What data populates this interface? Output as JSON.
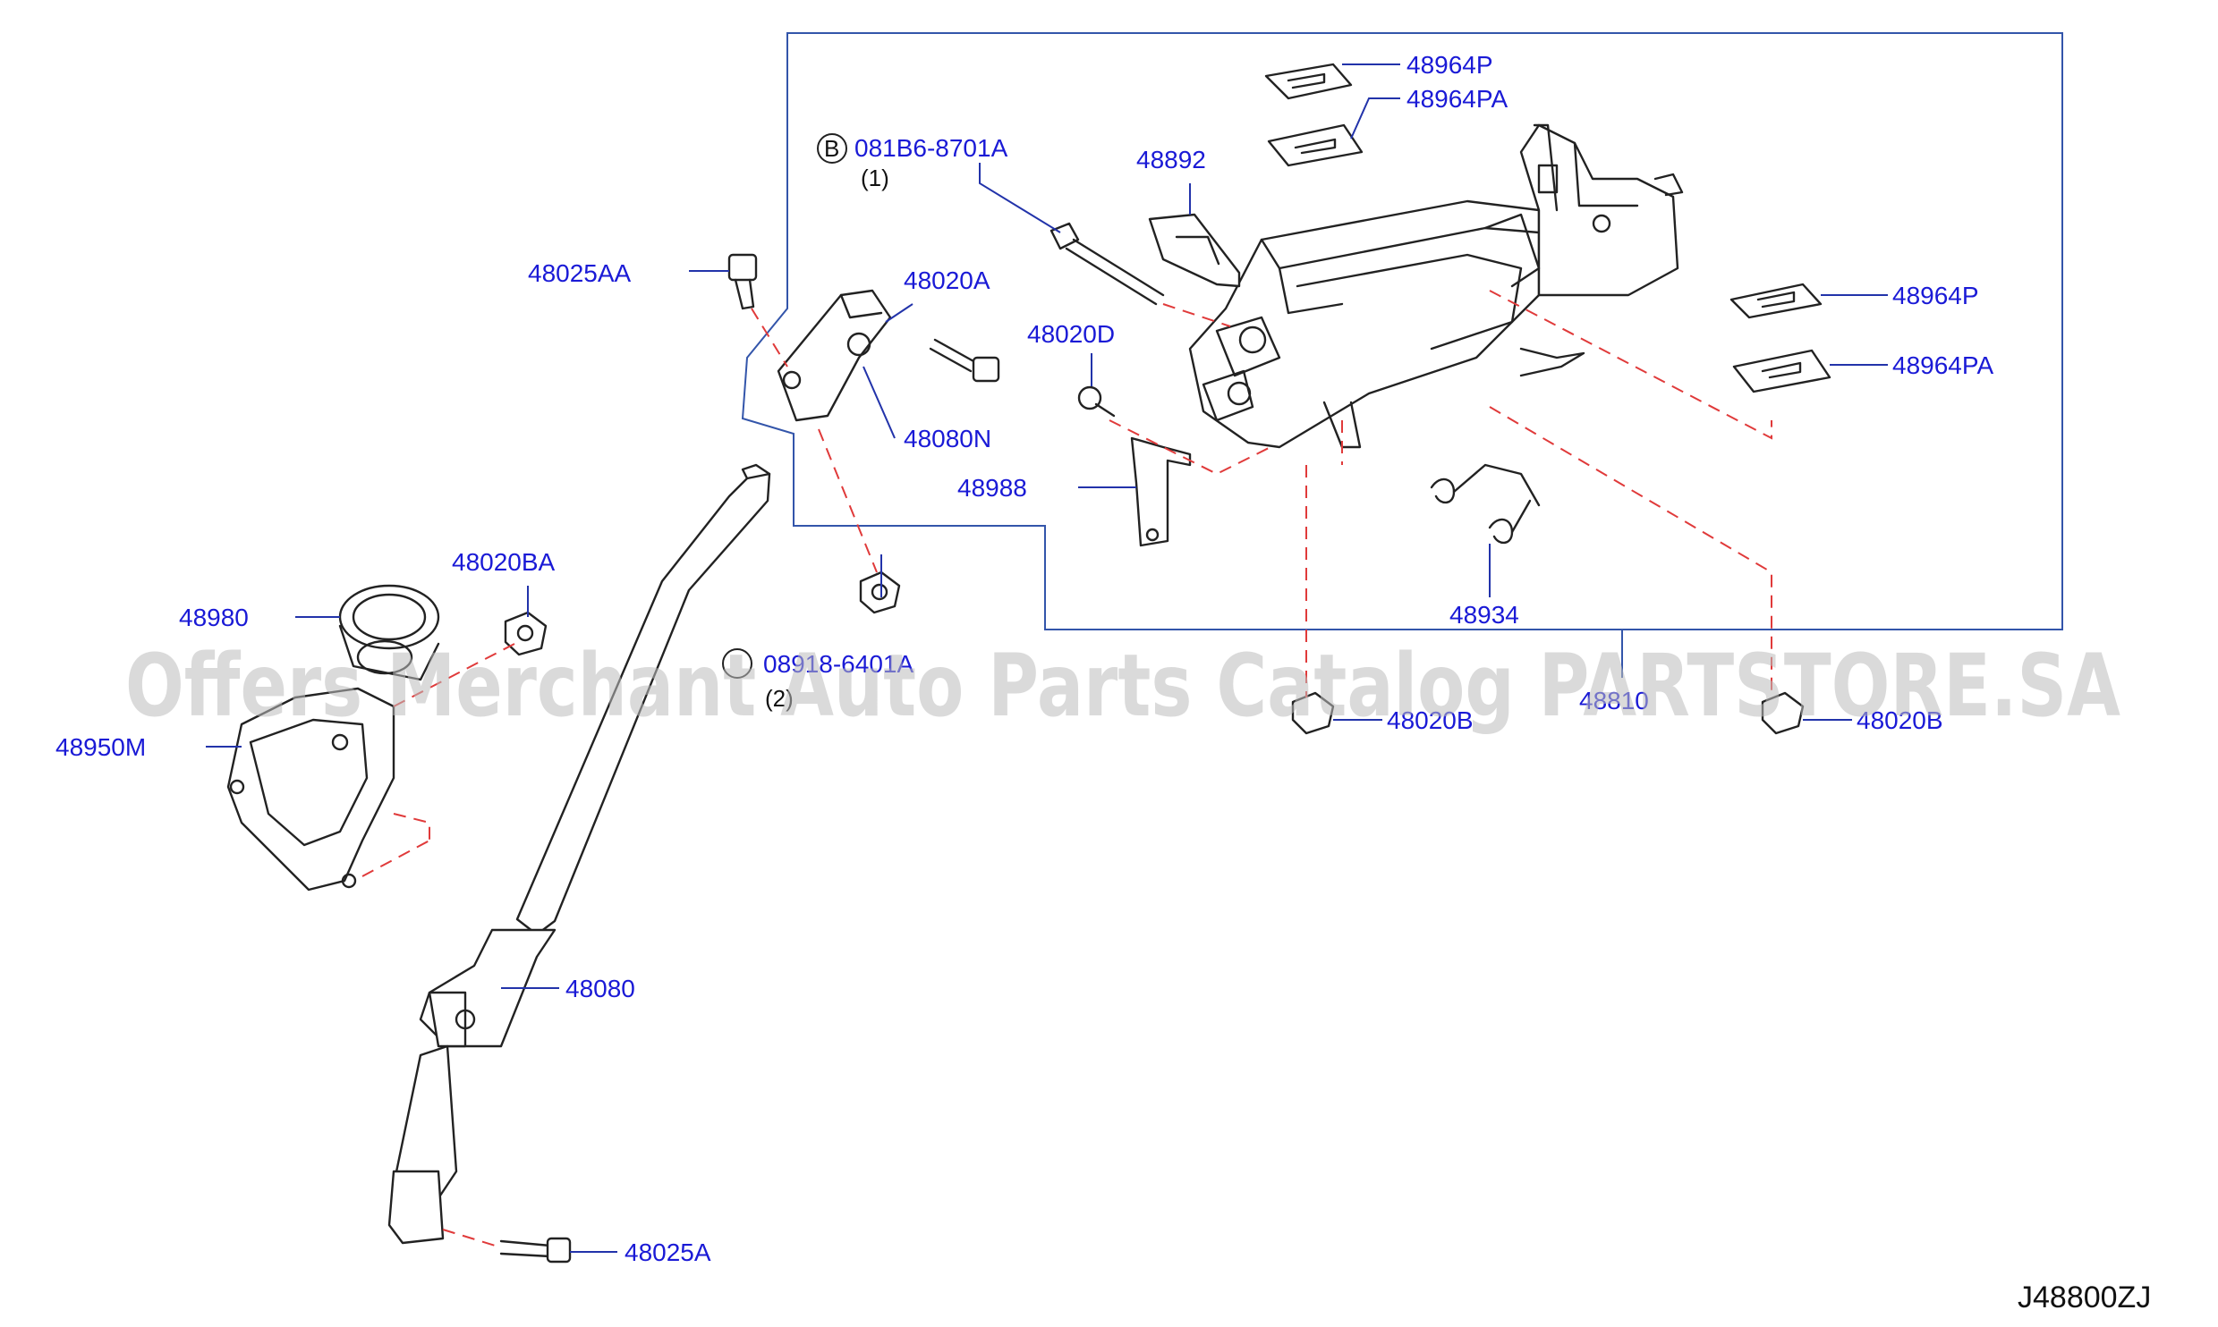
{
  "diagram": {
    "code": "J48800ZJ",
    "watermark": "Offers Merchant Auto Parts Catalog PARTSTORE.SA",
    "callout_b": {
      "letter": "B",
      "part": "081B6-8701A",
      "qty": "(1)"
    },
    "callout_n": {
      "part": "08918-6401A",
      "qty": "(2)"
    },
    "labels": {
      "p48964P_top": "48964P",
      "p48964PA_top": "48964PA",
      "p48892": "48892",
      "p48025AA": "48025AA",
      "p48020A": "48020A",
      "p48020D": "48020D",
      "p48964P_right": "48964P",
      "p48964PA_right": "48964PA",
      "p48080N": "48080N",
      "p48988": "48988",
      "p48020BA": "48020BA",
      "p48980": "48980",
      "p48934": "48934",
      "p48950M": "48950M",
      "p48020B_left": "48020B",
      "p48810": "48810",
      "p48020B_right": "48020B",
      "p48080": "48080",
      "p48025A": "48025A"
    }
  }
}
